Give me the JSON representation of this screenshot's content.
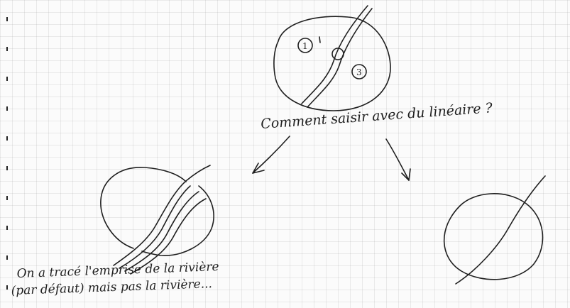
{
  "annotations": {
    "question": "Comment saisir avec du linéaire ?",
    "caption_line1": "On a tracé l'emprise de la rivière",
    "caption_line2": "(par défaut) mais pas la rivière..."
  },
  "labels": {
    "zone_one": "1",
    "zone_three": "3"
  },
  "ink_color": "#1f1f1f"
}
